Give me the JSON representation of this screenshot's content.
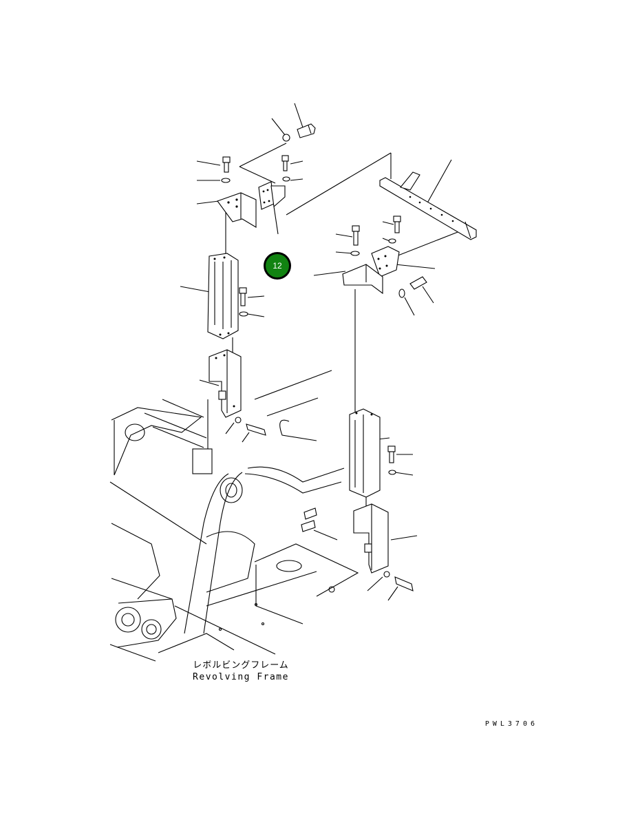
{
  "badge": {
    "number": "12",
    "color": "#118311"
  },
  "caption": {
    "japanese": "レボルビングフレーム",
    "english": "Revolving Frame"
  },
  "drawing_code": "PWL3706"
}
